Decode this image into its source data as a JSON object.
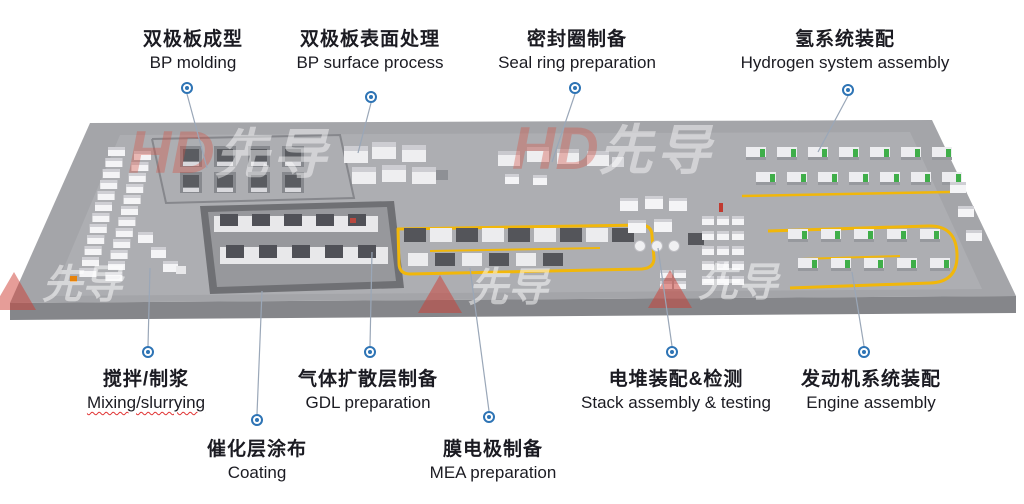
{
  "colors": {
    "accent_blue": "#2e74b5",
    "leader_line": "#9aa7b8",
    "conveyor_yellow": "#f1b70a",
    "floor_gray": "#a4a5a9",
    "text": "#1b1b22",
    "watermark_red": "#cd3c32"
  },
  "watermark": {
    "latin": "HD",
    "cjk": "先导"
  },
  "callouts": {
    "bp_molding": {
      "zh": "双极板成型",
      "en": "BP molding"
    },
    "bp_surface": {
      "zh": "双极板表面处理",
      "en": "BP surface process"
    },
    "seal_ring": {
      "zh": "密封圈制备",
      "en": "Seal ring preparation"
    },
    "hydrogen": {
      "zh": "氢系统装配",
      "en": "Hydrogen system assembly"
    },
    "mixing": {
      "zh": "搅拌/制浆",
      "en": "Mixing/slurrying"
    },
    "gdl": {
      "zh": "气体扩散层制备",
      "en": "GDL preparation"
    },
    "coating": {
      "zh": "催化层涂布",
      "en": "Coating"
    },
    "mea": {
      "zh": "膜电极制备",
      "en": "MEA preparation"
    },
    "stack": {
      "zh": "电堆装配&检测",
      "en": "Stack assembly & testing"
    },
    "engine": {
      "zh": "发动机系统装配",
      "en": "Engine assembly"
    }
  }
}
